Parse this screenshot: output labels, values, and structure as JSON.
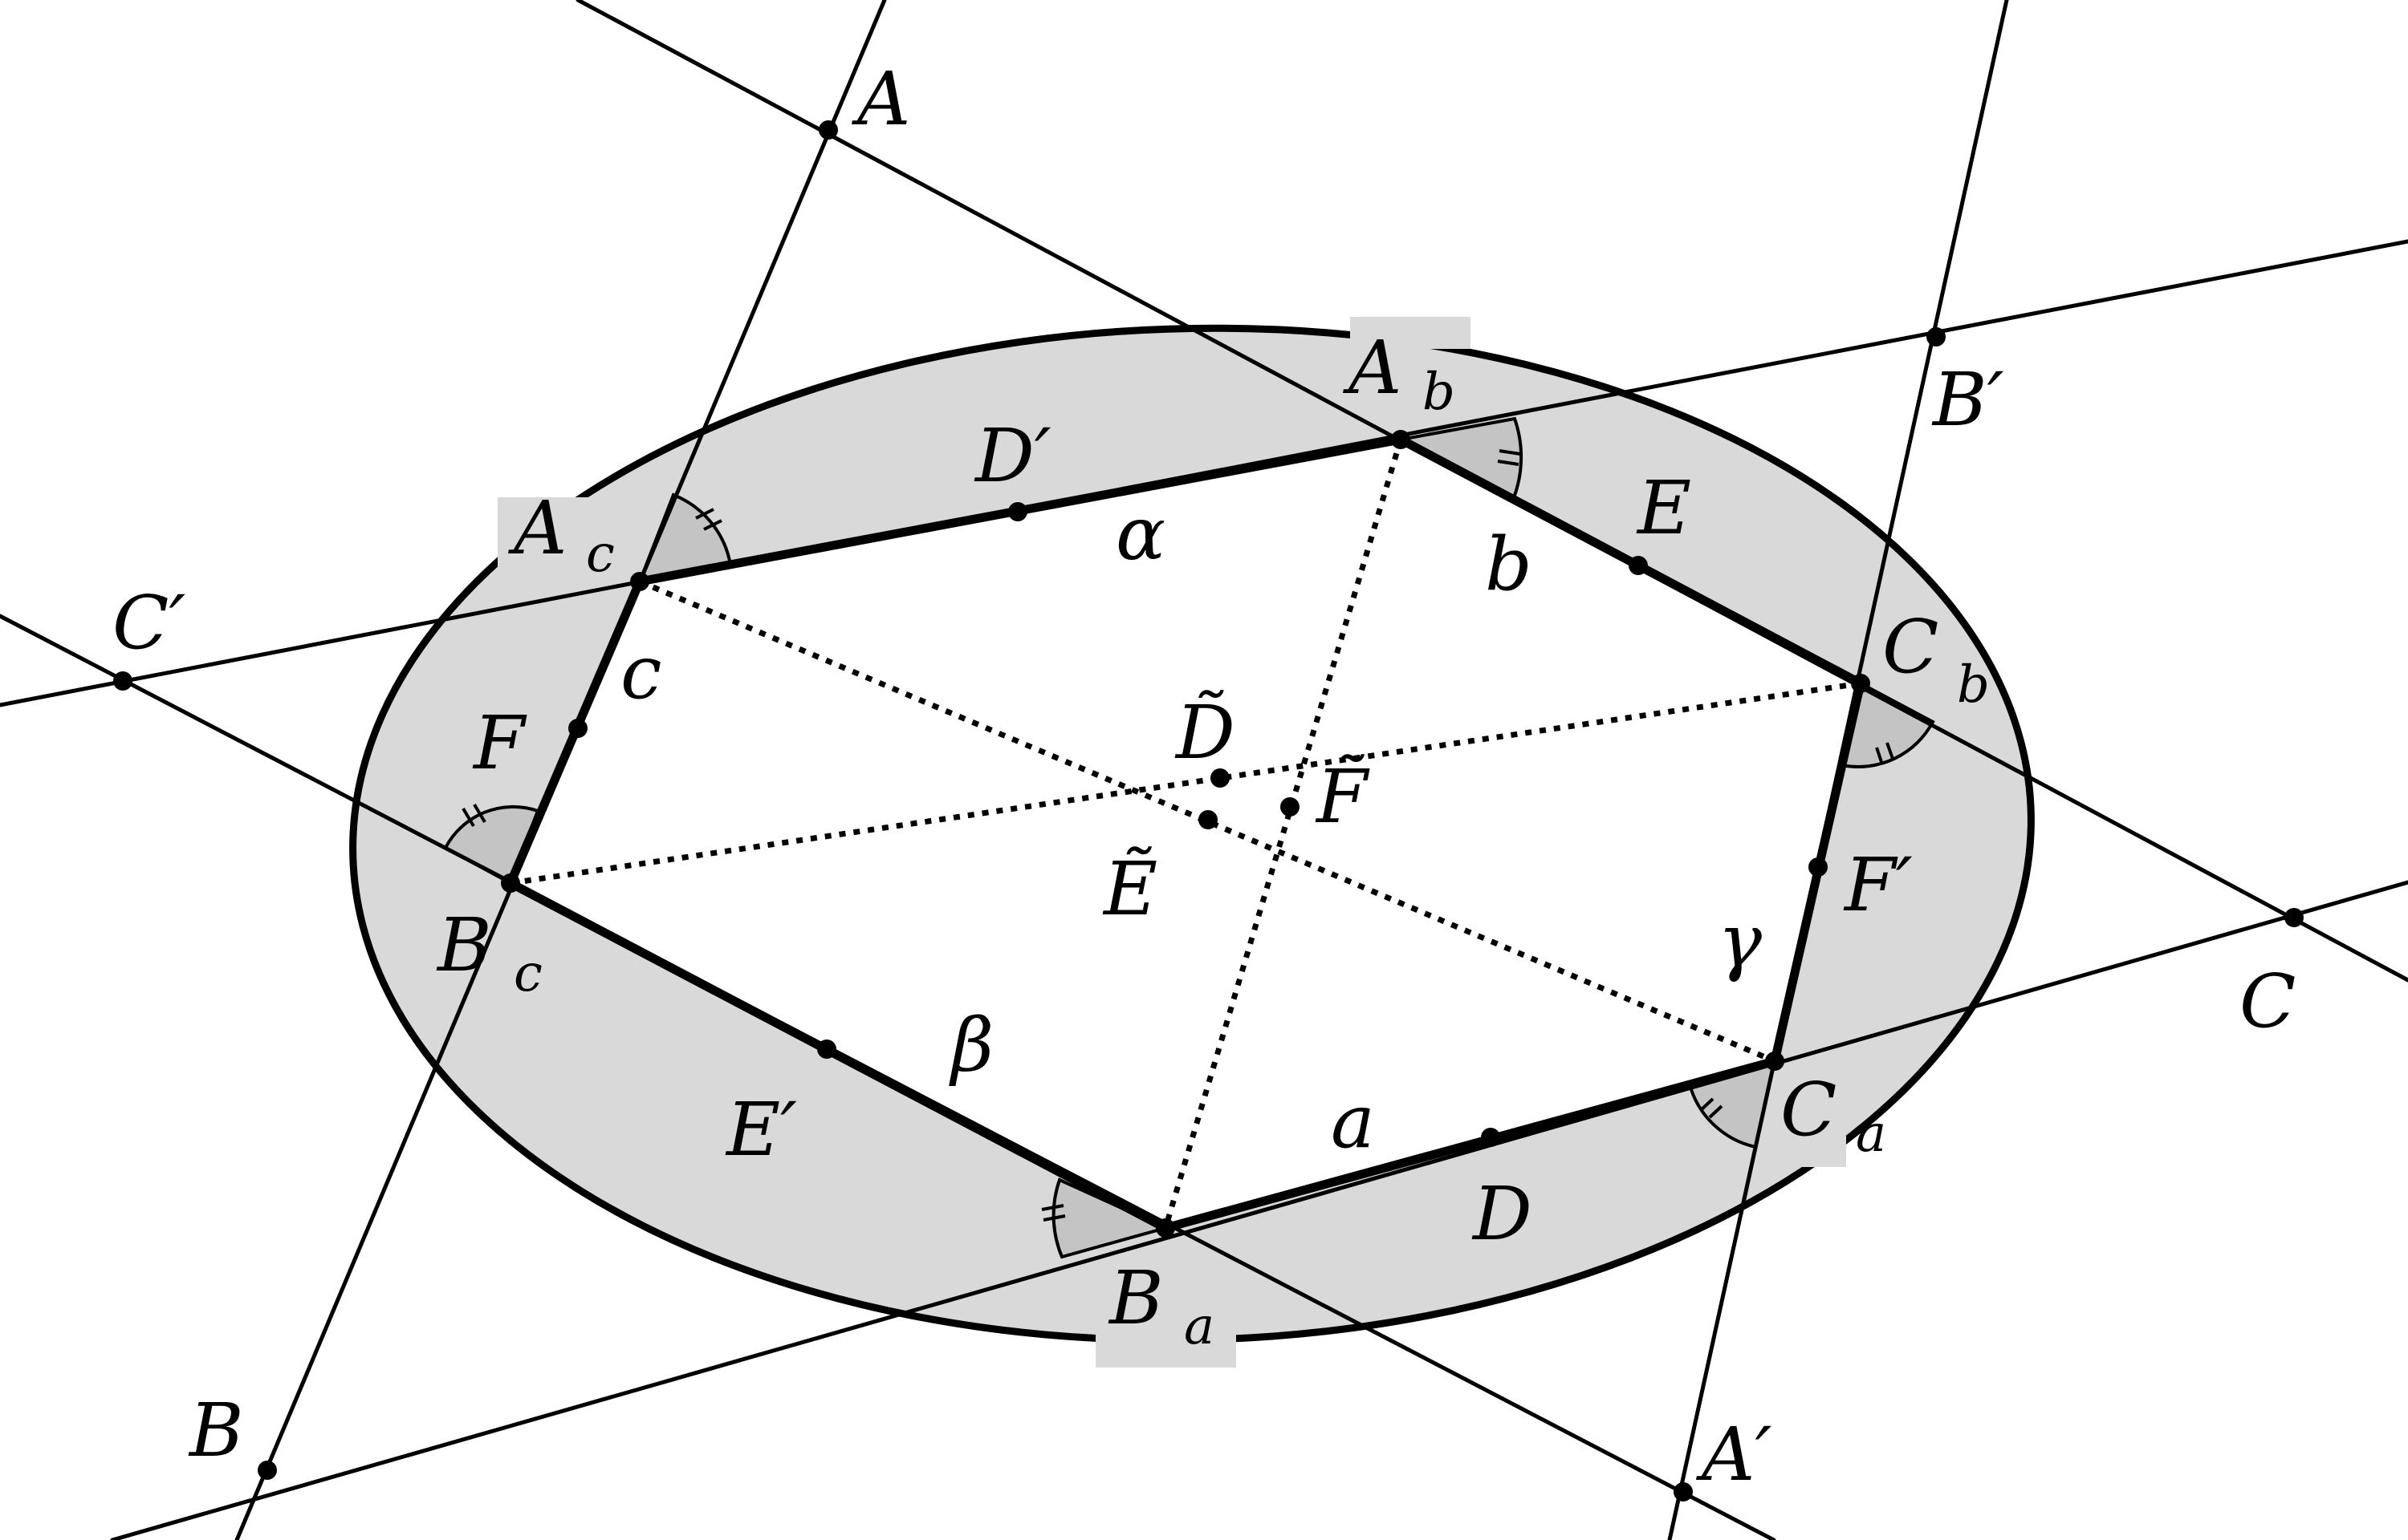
{
  "figure": {
    "colors": {
      "ink": "#000000",
      "fill": "#d9d9d9",
      "angle": "#c4c4c4",
      "background": "#ffffff"
    },
    "labels": {
      "A": "A",
      "B": "B",
      "C": "C",
      "Ap": "A′",
      "Bp": "B′",
      "Cp": "C′",
      "Ab_base": "A",
      "Ab_sub": "b",
      "Ac_base": "A",
      "Ac_sub": "c",
      "Ba_base": "B",
      "Ba_sub": "a",
      "Bc_base": "B",
      "Bc_sub": "c",
      "Ca_base": "C",
      "Ca_sub": "a",
      "Cb_base": "C",
      "Cb_sub": "b",
      "D": "D",
      "Dp": "D′",
      "E": "E",
      "Ep": "E′",
      "F": "F",
      "Fp": "F′",
      "Dt": "D̃",
      "Et": "Ẽ",
      "Ft": "F̃",
      "a": "a",
      "b": "b",
      "c": "c",
      "alpha": "α",
      "beta": "β",
      "gamma": "γ"
    }
  }
}
